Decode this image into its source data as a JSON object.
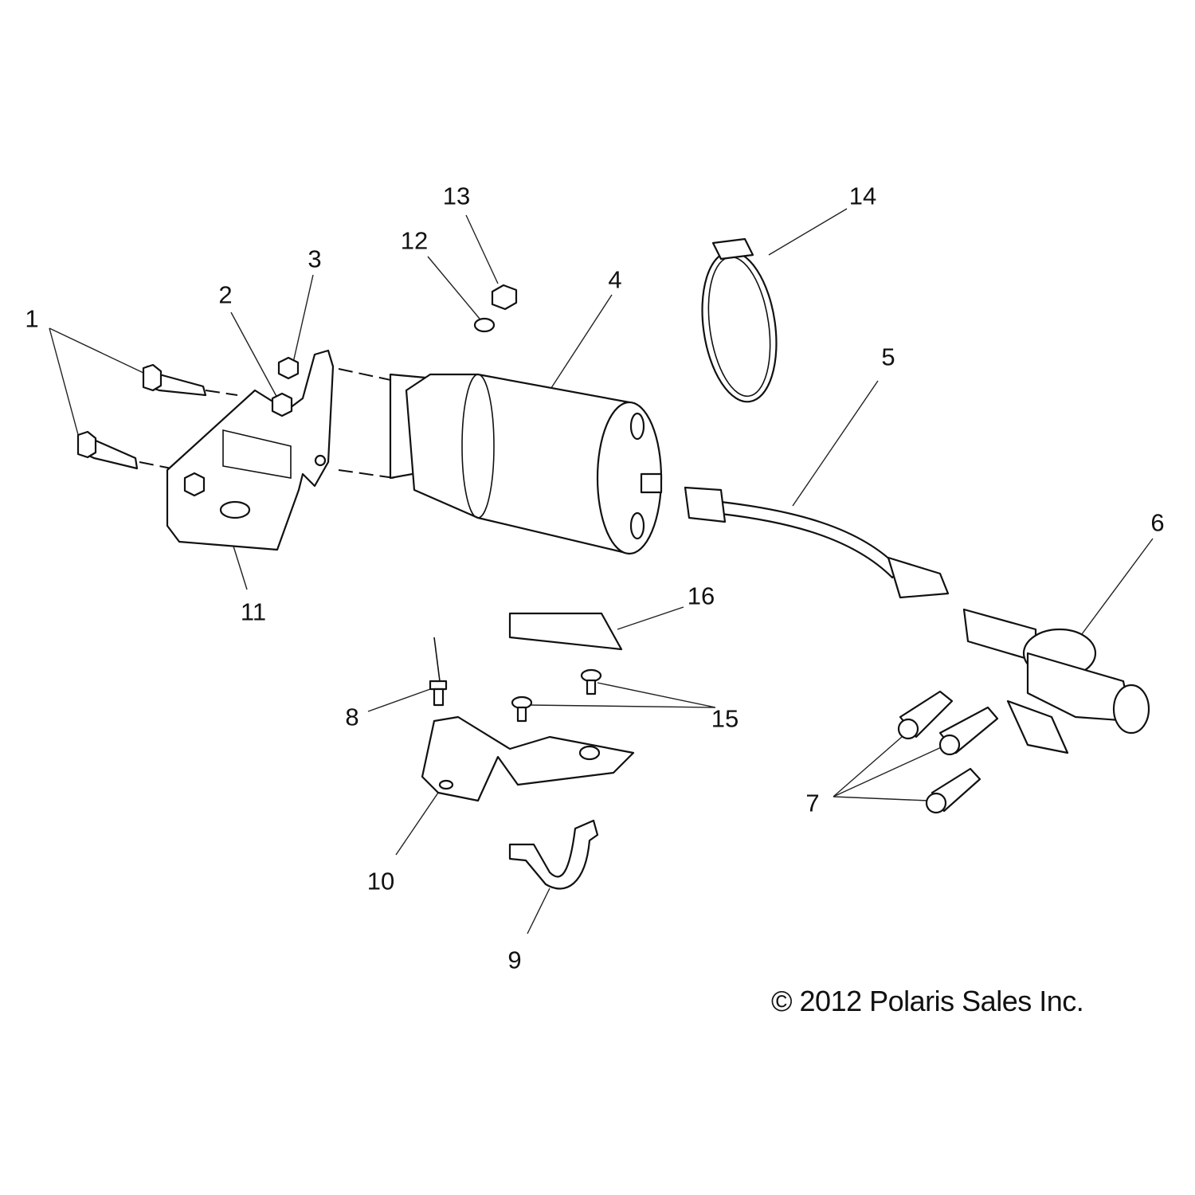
{
  "diagram": {
    "title": "Starter motor assembly exploded view",
    "callouts": [
      "1",
      "2",
      "3",
      "4",
      "5",
      "6",
      "7",
      "8",
      "9",
      "10",
      "11",
      "12",
      "13",
      "14",
      "15",
      "16"
    ]
  },
  "copyright": "© 2012 Polaris Sales Inc."
}
